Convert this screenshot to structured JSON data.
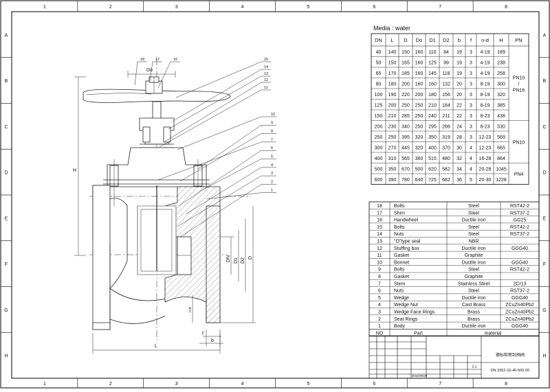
{
  "frame": {
    "col_labels": [
      "1",
      "2",
      "3",
      "4",
      "5",
      "6",
      "7",
      "8"
    ],
    "row_labels": [
      "A",
      "B",
      "C",
      "D",
      "E",
      "F",
      "G",
      "H"
    ]
  },
  "dims_table": {
    "title": "Media : water",
    "headers": [
      "DN",
      "L",
      "D",
      "Do",
      "D1",
      "D2",
      "b",
      "f",
      "n-d",
      "H",
      "PN"
    ],
    "rows": [
      [
        "40",
        "140",
        "150",
        "160",
        "110",
        "84",
        "19",
        "3",
        "4-19",
        "189"
      ],
      [
        "50",
        "150",
        "165",
        "160",
        "125",
        "99",
        "19",
        "3",
        "4-19",
        "238"
      ],
      [
        "65",
        "170",
        "185",
        "160",
        "145",
        "118",
        "19",
        "3",
        "4-19",
        "258"
      ],
      [
        "80",
        "180",
        "200",
        "160",
        "160",
        "132",
        "20",
        "3",
        "8-19",
        "300"
      ],
      [
        "100",
        "190",
        "220",
        "200",
        "180",
        "156",
        "20",
        "3",
        "8-19",
        "320"
      ],
      [
        "125",
        "200",
        "250",
        "250",
        "210",
        "184",
        "22",
        "3",
        "8-19",
        "385"
      ],
      [
        "150",
        "210",
        "285",
        "250",
        "240",
        "211",
        "22",
        "3",
        "8-23",
        "438"
      ],
      [
        "200",
        "230",
        "340",
        "250",
        "295",
        "266",
        "24",
        "3",
        "8-23",
        "530"
      ],
      [
        "250",
        "250",
        "395",
        "320",
        "350",
        "319",
        "28",
        "3",
        "12-23",
        "569"
      ],
      [
        "300",
        "270",
        "445",
        "320",
        "400",
        "370",
        "30",
        "4",
        "12-23",
        "665"
      ],
      [
        "400",
        "310",
        "565",
        "360",
        "515",
        "480",
        "32",
        "4",
        "16-28",
        "864"
      ],
      [
        "500",
        "350",
        "670",
        "500",
        "620",
        "582",
        "34",
        "4",
        "20-28",
        "1045"
      ],
      [
        "600",
        "390",
        "780",
        "640",
        "725",
        "682",
        "36",
        "5",
        "20-30",
        "1228"
      ]
    ],
    "pn_groups": [
      {
        "lines": [
          "PN10",
          "/",
          "PN16"
        ],
        "from": 0,
        "to": 6
      },
      {
        "lines": [
          "PN10"
        ],
        "from": 7,
        "to": 10
      },
      {
        "lines": [
          "PN4"
        ],
        "from": 11,
        "to": 12
      }
    ]
  },
  "parts_table": {
    "footer": {
      "no": "NO",
      "part": "Part",
      "material": "material"
    },
    "rows": [
      {
        "no": "18",
        "part": "Bolts",
        "mat1": "Steel",
        "mat2": "RST42-2"
      },
      {
        "no": "17",
        "part": "Shim",
        "mat1": "Steel",
        "mat2": "RST37-2"
      },
      {
        "no": "16",
        "part": "Handwheel",
        "mat1": "Ductile iron",
        "mat2": "GG25"
      },
      {
        "no": "15",
        "part": "Bolts",
        "mat1": "Steel",
        "mat2": "RST42-2"
      },
      {
        "no": "14",
        "part": "Nuts",
        "mat1": "Steel",
        "mat2": "RST37-2"
      },
      {
        "no": "13",
        "part": "\"O\"type seal",
        "mat1": "NBR",
        "mat2": ""
      },
      {
        "no": "12",
        "part": "Stuffing box",
        "mat1": "Ductile iron",
        "mat2": "GGG40"
      },
      {
        "no": "11",
        "part": "Gasket",
        "mat1": "Graphite",
        "mat2": ""
      },
      {
        "no": "10",
        "part": "Bonnet",
        "mat1": "Ductile iron",
        "mat2": "GGG40"
      },
      {
        "no": "9",
        "part": "Bolts",
        "mat1": "Steel",
        "mat2": "RST42-2"
      },
      {
        "no": "8",
        "part": "Gasket",
        "mat1": "Graphite",
        "mat2": ""
      },
      {
        "no": "7",
        "part": "Stem",
        "mat1": "Stainless Steel",
        "mat2": "2Cr13"
      },
      {
        "no": "6",
        "part": "Nuts",
        "mat1": "Steel",
        "mat2": "RST37-2"
      },
      {
        "no": "5",
        "part": "Wedge",
        "mat1": "Ductile iron",
        "mat2": "GGG40"
      },
      {
        "no": "4",
        "part": "Wedge Nut",
        "mat1": "Cast Brass",
        "mat2": "ZCuZn40Pb2"
      },
      {
        "no": "3",
        "part": "Wedge Face Rings",
        "mat1": "Brass",
        "mat2": "ZCuZn40Pb2"
      },
      {
        "no": "2",
        "part": "Seat Rings",
        "mat1": "Brass",
        "mat2": "ZCuZn40Pb2"
      },
      {
        "no": "1",
        "part": "Body",
        "mat1": "Ductile iron",
        "mat2": "GGG40"
      }
    ]
  },
  "title_block": {
    "title": "德标软密封闸阀",
    "drawing_no": "DN 3352-10-40-500-00",
    "scale": "1:1",
    "date": "2016/09/29"
  },
  "drawing": {
    "callouts_top": [
      "18",
      "17",
      "16",
      "15",
      "14",
      "13",
      "12",
      "11"
    ],
    "callouts_right": [
      "10",
      "9",
      "8",
      "7",
      "6",
      "5",
      "4",
      "3",
      "2",
      "1"
    ],
    "dims": {
      "Do": "Do",
      "H": "H",
      "L": "L",
      "DN": "DN",
      "D1": "D1",
      "D2": "D2",
      "D": "D",
      "b": "b",
      "nd": "n-d",
      "f": "f"
    }
  }
}
